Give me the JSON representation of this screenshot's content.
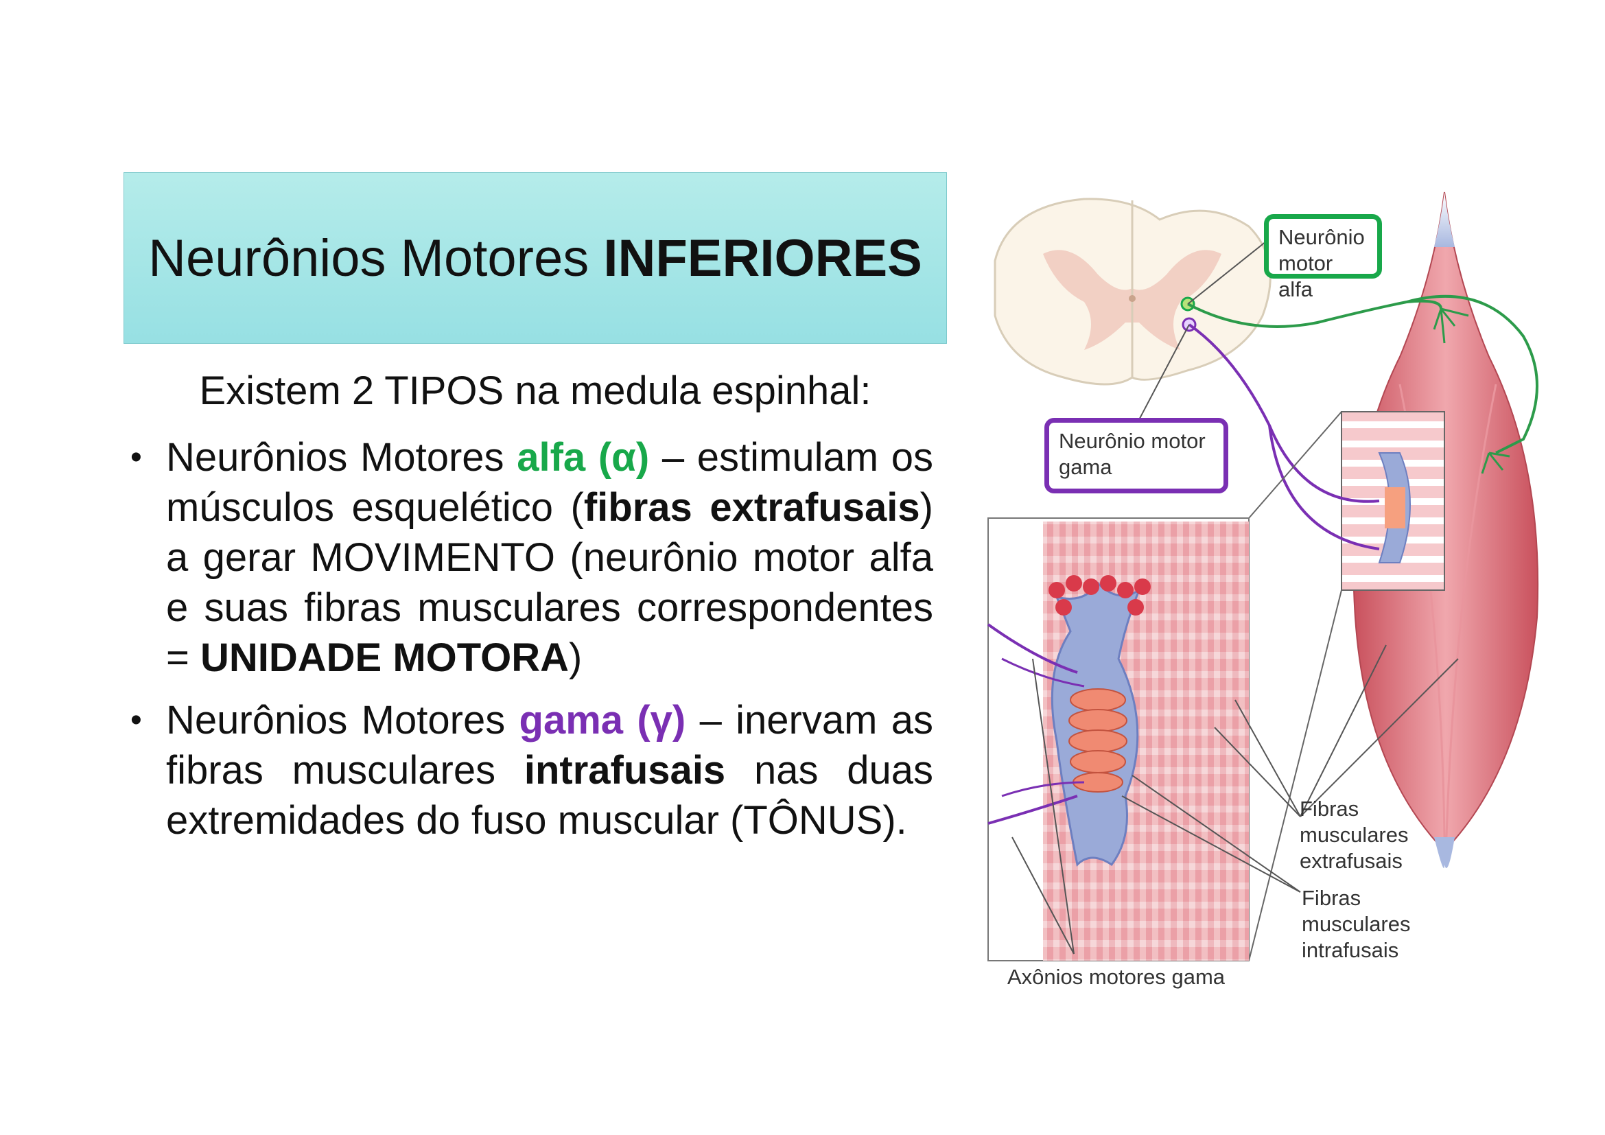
{
  "title": {
    "regular": "Neurônios Motores",
    "bold": "INFERIORES"
  },
  "intro": "Existem 2 TIPOS na medula espinhal:",
  "bullets": [
    {
      "prefix": "Neurônios Motores",
      "highlight": "alfa (α)",
      "t1": " – estimulam os músculos esquelético (",
      "b1": "fibras extrafusais",
      "t2": ") a gerar MOVIMENTO (neurônio motor alfa e suas fibras musculares correspondentes = ",
      "b2": "UNIDADE MOTORA",
      "t3": ")"
    },
    {
      "prefix": "Neurônios Motores",
      "highlight": "gama (γ)",
      "t1": " – inervam as fibras musculares ",
      "b1": "intrafusais",
      "t2": " nas duas extremidades do fuso muscular (TÔNUS)."
    }
  ],
  "figure": {
    "alpha_label": [
      "Neurônio",
      "motor alfa"
    ],
    "gamma_label": [
      "Neurônio motor",
      "gama"
    ],
    "extrafusal_label": [
      "Fibras",
      "musculares",
      "extrafusais"
    ],
    "intrafusal_label": [
      "Fibras",
      "musculares",
      "intrafusais"
    ],
    "axons_label": "Axônios motores gama"
  },
  "colors": {
    "alpha": "#18a84a",
    "gamma": "#7a2fb3",
    "title_bg": "#a6e6e6"
  }
}
